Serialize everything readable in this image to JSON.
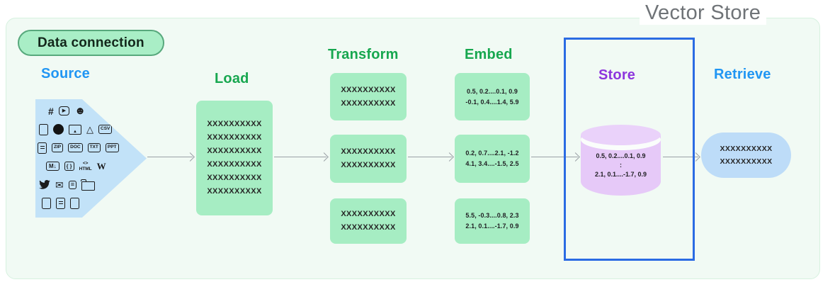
{
  "title": "Vector Store",
  "badge": "Data connection",
  "colors": {
    "panel_bg": "#f1faf4",
    "panel_border": "#d6f1df",
    "badge_bg": "#a9eec6",
    "badge_border": "#57a87c",
    "green_box": "#a6edc3",
    "source_shape_blue": "#c2e2f8",
    "retrieve_pill_blue": "#bddcf8",
    "cylinder_purple": "#e6c9f8",
    "store_outline_blue": "#2b6be3",
    "label_green": "#17a74f",
    "label_blue": "#2196f3",
    "label_purple": "#8d35dd",
    "title_gray": "#6f7377",
    "arrow_gray": "#9aa0a6"
  },
  "stages": {
    "source": {
      "label": "Source",
      "icons": [
        {
          "name": "slack-icon",
          "glyph": "#"
        },
        {
          "name": "youtube-icon",
          "glyph": "▶"
        },
        {
          "name": "discord-icon",
          "glyph": "☻"
        },
        {
          "name": "file-icon",
          "glyph": ""
        },
        {
          "name": "github-icon",
          "glyph": ""
        },
        {
          "name": "image-icon",
          "glyph": "▲"
        },
        {
          "name": "google-drive-icon",
          "glyph": "△"
        },
        {
          "name": "csv-file-icon",
          "glyph": "CSV"
        },
        {
          "name": "note-file-icon",
          "glyph": ""
        },
        {
          "name": "zip-file-icon",
          "glyph": "ZIP"
        },
        {
          "name": "doc-file-icon",
          "glyph": "DOC"
        },
        {
          "name": "txt-file-icon",
          "glyph": "TXT"
        },
        {
          "name": "ppt-file-icon",
          "glyph": "PPT"
        },
        {
          "name": "markdown-icon",
          "glyph": "M↓"
        },
        {
          "name": "json-file-icon",
          "glyph": "{ }"
        },
        {
          "name": "html-icon",
          "glyph": "<>\nHTML"
        },
        {
          "name": "wikipedia-icon",
          "glyph": "W"
        },
        {
          "name": "twitter-icon",
          "glyph": ""
        },
        {
          "name": "email-icon",
          "glyph": "✉"
        },
        {
          "name": "list-file-icon",
          "glyph": "≡"
        },
        {
          "name": "folder-icon",
          "glyph": ""
        },
        {
          "name": "file-icon-2",
          "glyph": ""
        },
        {
          "name": "text-file-icon",
          "glyph": ""
        },
        {
          "name": "file-icon-3",
          "glyph": ""
        }
      ]
    },
    "load": {
      "label": "Load",
      "rows": [
        "XXXXXXXXXX",
        "XXXXXXXXXX",
        "XXXXXXXXXX",
        "XXXXXXXXXX",
        "XXXXXXXXXX",
        "XXXXXXXXXX"
      ]
    },
    "transform": {
      "label": "Transform",
      "boxes": [
        {
          "lines": [
            "XXXXXXXXXX",
            "XXXXXXXXXX"
          ]
        },
        {
          "lines": [
            "XXXXXXXXXX",
            "XXXXXXXXXX"
          ]
        },
        {
          "lines": [
            "XXXXXXXXXX",
            "XXXXXXXXXX"
          ]
        }
      ]
    },
    "embed": {
      "label": "Embed",
      "boxes": [
        {
          "lines": [
            "0.5, 0.2....0.1, 0.9",
            "-0.1, 0.4....1.4, 5.9"
          ]
        },
        {
          "lines": [
            "0.2, 0.7....2.1, -1.2",
            "4.1, 3.4....-1.5, 2.5"
          ]
        },
        {
          "lines": [
            "5.5, -0.3....0.8, 2.3",
            "2.1, 0.1....-1.7, 0.9"
          ]
        }
      ]
    },
    "store": {
      "label": "Store",
      "cylinder_lines": [
        "0.5, 0.2....0.1, 0.9",
        ":",
        "2.1, 0.1....-1.7, 0.9"
      ]
    },
    "retrieve": {
      "label": "Retrieve",
      "lines": [
        "XXXXXXXXXX",
        "XXXXXXXXXX"
      ]
    }
  }
}
